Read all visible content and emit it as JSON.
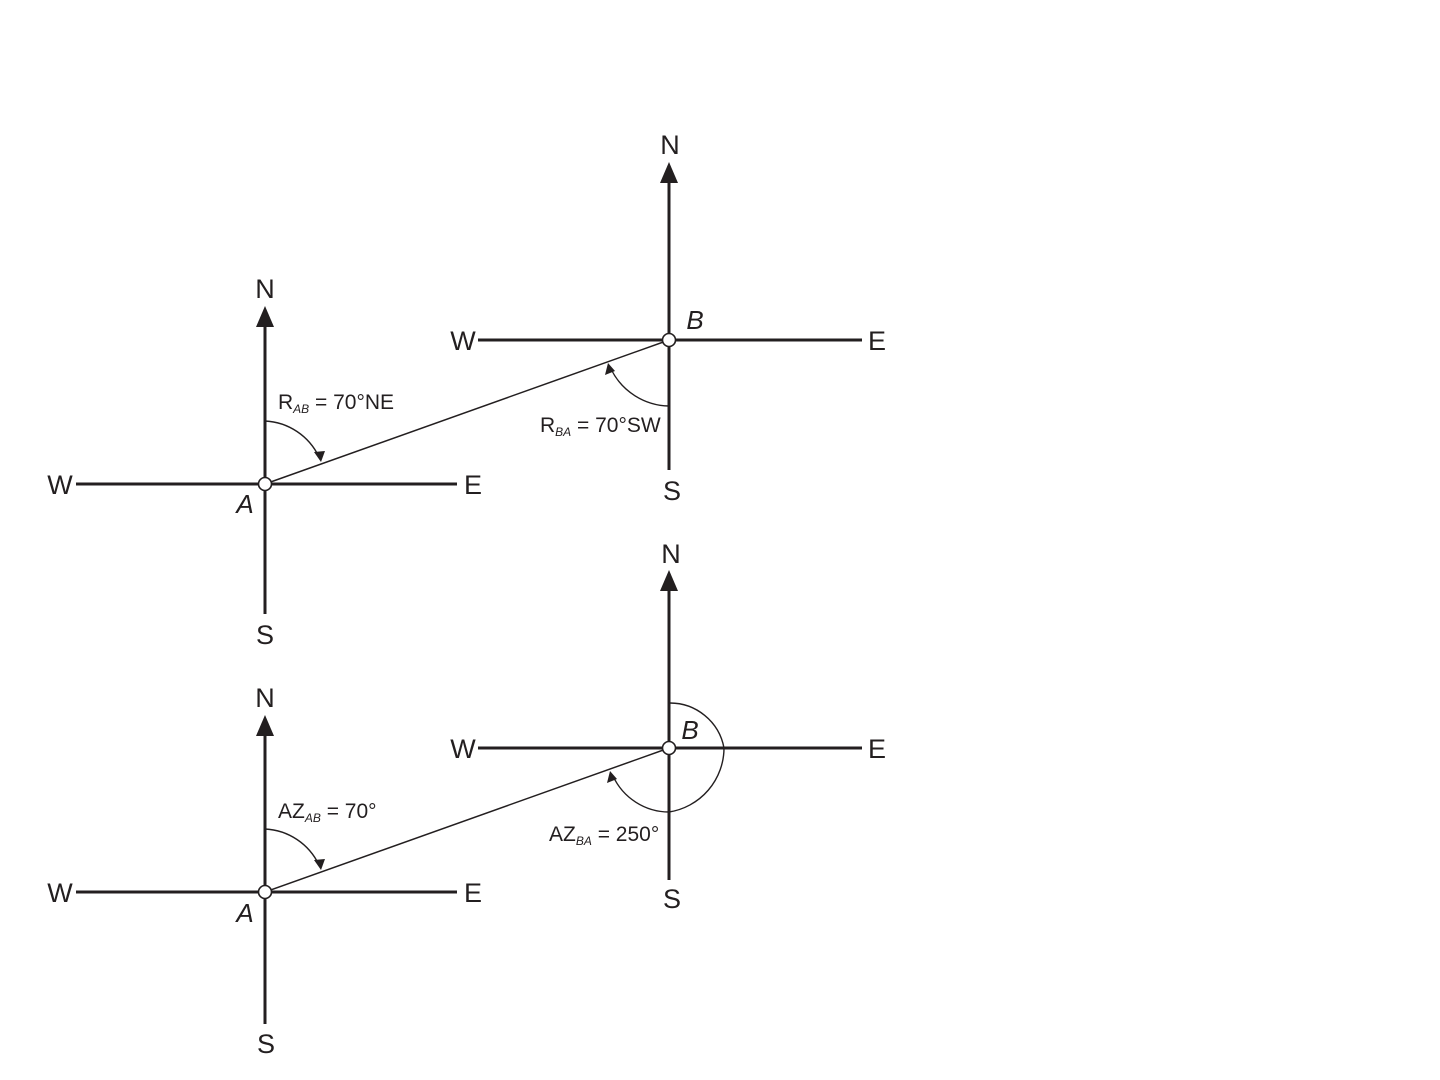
{
  "compass_labels": {
    "north": "N",
    "south": "S",
    "east": "E",
    "west": "W"
  },
  "stations": {
    "a": "A",
    "b": "B"
  },
  "bearing_panel": {
    "ab_symbol": "R",
    "ab_subscript": "AB",
    "ab_value": " = 70°NE",
    "ba_symbol": "R",
    "ba_subscript": "BA",
    "ba_value": " = 70°SW"
  },
  "azimuth_panel": {
    "ab_symbol": "AZ",
    "ab_subscript": "AB",
    "ab_value": " = 70°",
    "ba_symbol": "AZ",
    "ba_subscript": "BA",
    "ba_value": " = 250°"
  },
  "colors": {
    "ink": "#231f20",
    "background": "#ffffff"
  }
}
